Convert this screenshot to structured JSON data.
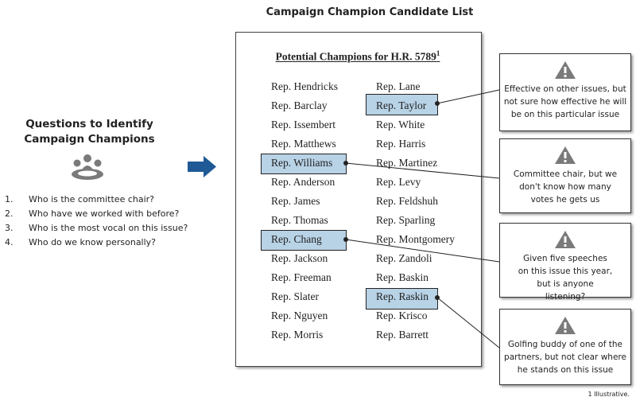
{
  "title": "Campaign Champion Candidate List",
  "questions": {
    "title": "Questions to Identify Campaign Champions",
    "items": [
      {
        "num": "1.",
        "text": "Who is the committee chair?"
      },
      {
        "num": "2.",
        "text": "Who have we worked with before?"
      },
      {
        "num": "3.",
        "text": "Who is the most vocal on this issue?"
      },
      {
        "num": "4.",
        "text": "Who do we know personally?"
      }
    ]
  },
  "document": {
    "title": "Potential Champions for H.R. 5789",
    "footnote_mark": "1",
    "left": [
      "Rep. Hendricks",
      "Rep. Barclay",
      "Rep. Issembert",
      "Rep. Matthews",
      "Rep. Williams",
      "Rep. Anderson",
      "Rep. James",
      "Rep. Thomas",
      "Rep. Chang",
      "Rep. Jackson",
      "Rep. Freeman",
      "Rep. Slater",
      "Rep. Nguyen",
      "Rep. Morris"
    ],
    "right": [
      "Rep. Lane",
      "Rep. Taylor",
      "Rep. White",
      "Rep. Harris",
      "Rep. Martinez",
      "Rep. Levy",
      "Rep. Feldshuh",
      "Rep. Sparling",
      "Rep. Montgomery",
      "Rep. Zandoli",
      "Rep. Baskin",
      "Rep. Raskin",
      "Rep. Krisco",
      "Rep. Barrett"
    ]
  },
  "cards": [
    {
      "text": "Effective on other issues, but not sure how effective he will be on this particular issue"
    },
    {
      "text": "Committee chair, but we don't know how many votes he gets us"
    },
    {
      "text": "Given five speeches on this issue this year, but is anyone listening?"
    },
    {
      "text": "Golfing buddy of one of the partners, but not clear where he stands on this issue"
    }
  ],
  "footnote": "1 Illustrative.",
  "colors": {
    "highlight": "#b8d2e6",
    "arrow": "#1f5a96",
    "icon": "#7a7a7a"
  }
}
